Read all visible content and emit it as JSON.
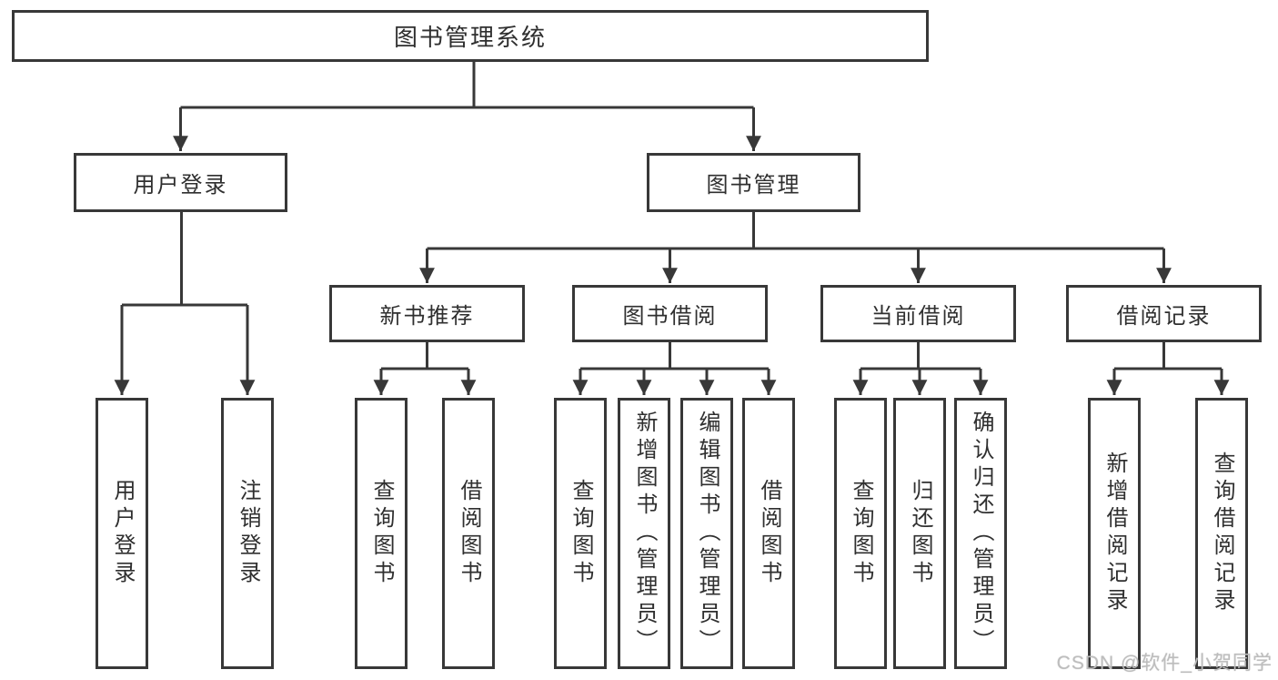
{
  "diagram_type": "hierarchy-tree",
  "colors": {
    "background": "#ffffff",
    "box_border": "#383838",
    "connector_line": "#383838",
    "text": "#2f2f2f",
    "watermark": "#bdbdbd"
  },
  "tree": {
    "root": {
      "label": "图书管理系统"
    },
    "level2": [
      {
        "label": "用户登录"
      },
      {
        "label": "图书管理"
      }
    ],
    "level3": [
      {
        "label": "新书推荐"
      },
      {
        "label": "图书借阅"
      },
      {
        "label": "当前借阅"
      },
      {
        "label": "借阅记录"
      }
    ],
    "leaves": {
      "user_login": [
        {
          "label": "用户登录"
        },
        {
          "label": "注销登录"
        }
      ],
      "new_book_rec": [
        {
          "label": "查询图书"
        },
        {
          "label": "借阅图书"
        }
      ],
      "book_borrow": [
        {
          "label": "查询图书"
        },
        {
          "label": "新增图书（管理员）"
        },
        {
          "label": "编辑图书（管理员）"
        },
        {
          "label": "借阅图书"
        }
      ],
      "current_borrow": [
        {
          "label": "查询图书"
        },
        {
          "label": "归还图书"
        },
        {
          "label": "确认归还（管理员）"
        }
      ],
      "borrow_records": [
        {
          "label": "新增借阅记录"
        },
        {
          "label": "查询借阅记录"
        }
      ]
    }
  },
  "watermark": {
    "text": "CSDN @软件_小贺同学"
  }
}
